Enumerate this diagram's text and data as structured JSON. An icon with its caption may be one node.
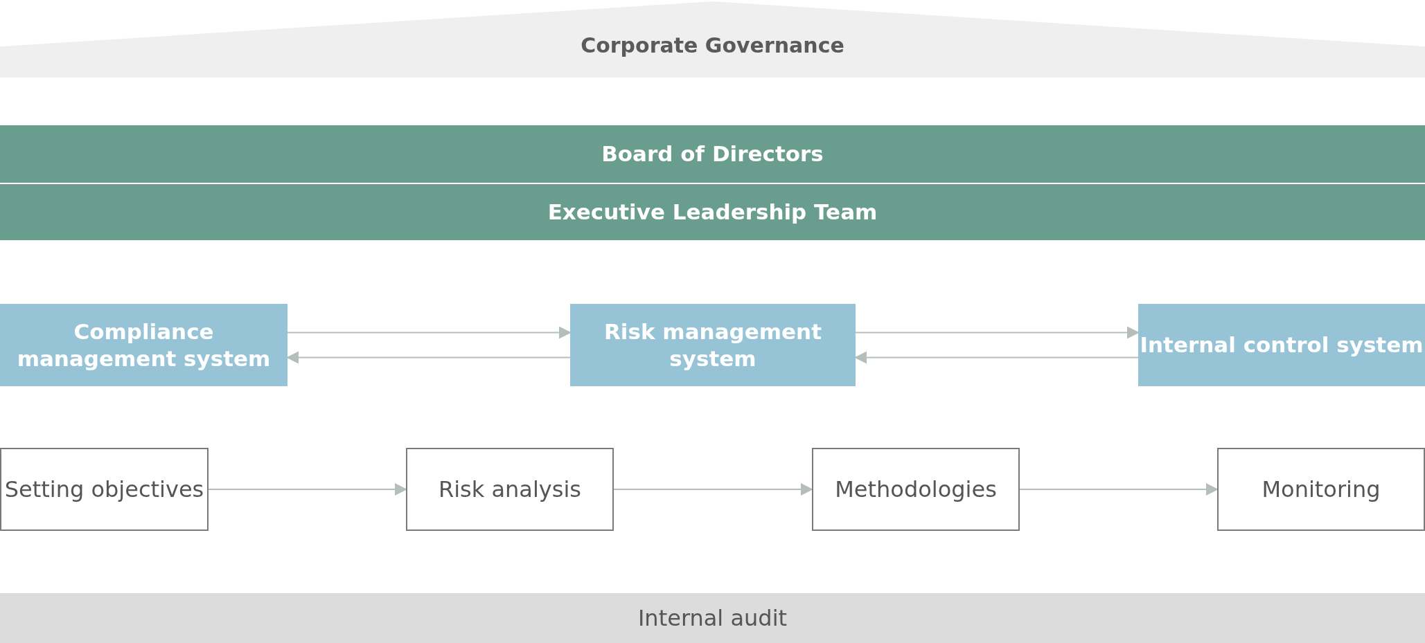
{
  "diagram": {
    "nodes": [
      {
        "text": [
          "Corporate Governance"
        ]
      },
      {
        "text": [
          "Board of Directors"
        ]
      },
      {
        "text": [
          "Executive Leadership Team"
        ]
      },
      {
        "text": [
          "Compliance management system"
        ]
      },
      {
        "text": [
          "Risk management system"
        ]
      },
      {
        "text": [
          "Internal control system"
        ]
      },
      {
        "text": [
          "Setting objectives"
        ]
      },
      {
        "text": [
          "Risk analysis"
        ]
      },
      {
        "text": [
          "Methodologies"
        ]
      },
      {
        "text": [
          "Monitoring"
        ]
      },
      {
        "text": [
          "Internal audit"
        ]
      }
    ],
    "edges": [
      {
        "from": 3,
        "to": 4,
        "arrow": "to"
      },
      {
        "from": 4,
        "to": 3,
        "arrow": "to"
      },
      {
        "from": 4,
        "to": 5,
        "arrow": "to"
      },
      {
        "from": 5,
        "to": 4,
        "arrow": "to"
      },
      {
        "from": 6,
        "to": 7,
        "arrow": "to"
      },
      {
        "from": 7,
        "to": 8,
        "arrow": "to"
      },
      {
        "from": 8,
        "to": 9,
        "arrow": "to"
      }
    ]
  }
}
